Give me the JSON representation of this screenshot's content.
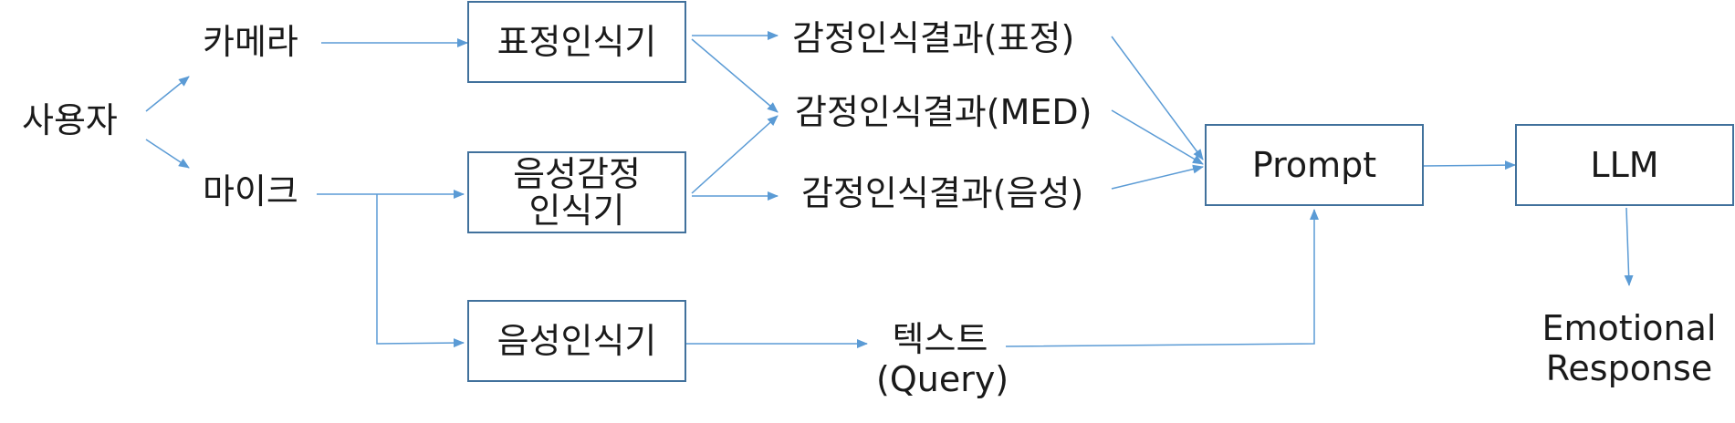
{
  "nodes": {
    "user": "사용자",
    "camera": "카메라",
    "mic": "마이크",
    "face_recognizer": "표정인식기",
    "voice_emotion_line1": "음성감정",
    "voice_emotion_line2": "인식기",
    "speech_recognizer": "음성인식기",
    "result_face": "감정인식결과(표정)",
    "result_med": "감정인식결과(MED)",
    "result_voice": "감정인식결과(음성)",
    "text_line1": "텍스트",
    "text_line2": "(Query)",
    "prompt": "Prompt",
    "llm": "LLM",
    "output_line1": "Emotional",
    "output_line2": "Response"
  },
  "colors": {
    "box_border": "#41719c",
    "arrow": "#5b9bd5",
    "text": "#1a1a1a"
  }
}
